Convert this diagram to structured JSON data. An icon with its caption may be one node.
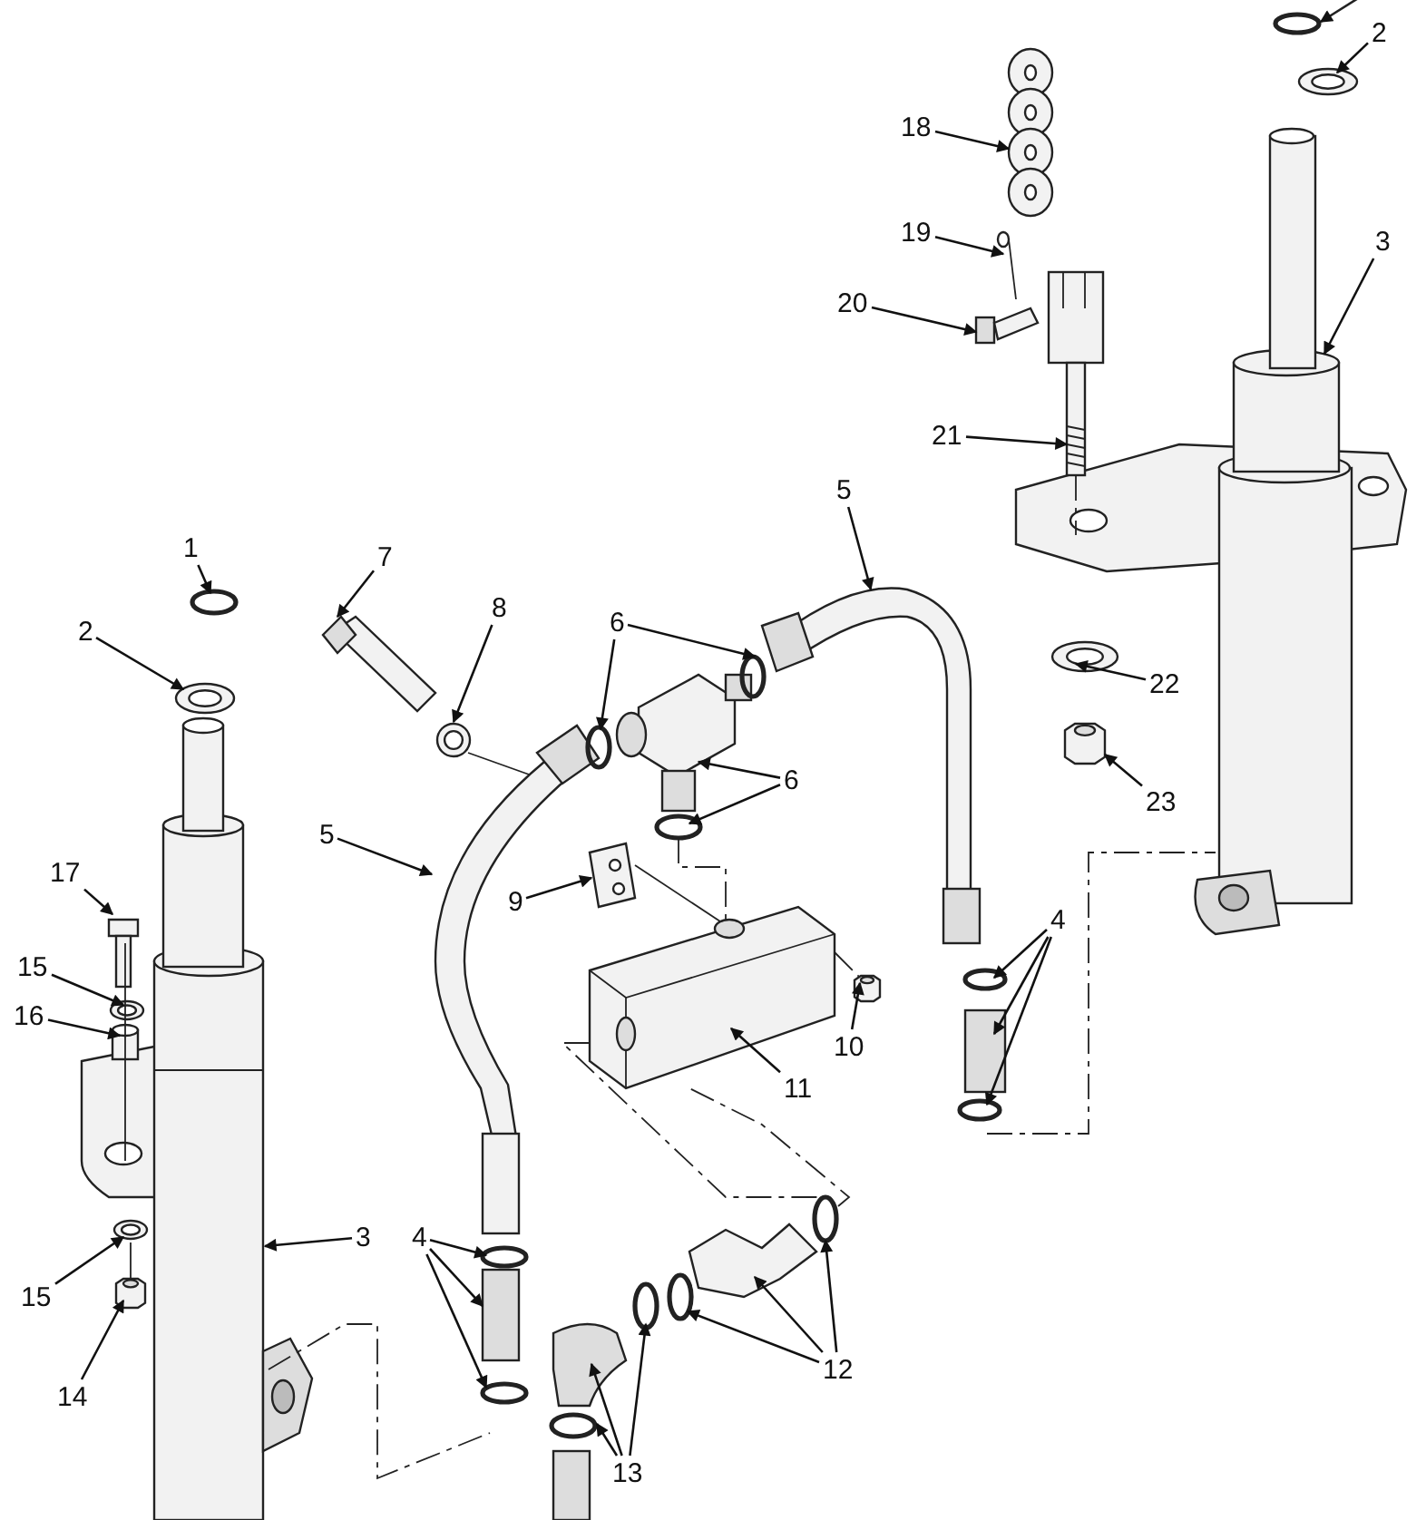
{
  "diagram": {
    "nodes": [
      {
        "text": [
          "2"
        ]
      },
      {
        "text": [
          "18"
        ]
      },
      {
        "text": [
          "19"
        ]
      },
      {
        "text": [
          "3"
        ]
      },
      {
        "text": [
          "20"
        ]
      },
      {
        "text": [
          "21"
        ]
      },
      {
        "text": [
          "5"
        ]
      },
      {
        "text": [
          "1"
        ]
      },
      {
        "text": [
          "7"
        ]
      },
      {
        "text": [
          "8"
        ]
      },
      {
        "text": [
          "6"
        ]
      },
      {
        "text": [
          "2"
        ]
      },
      {
        "text": [
          "22"
        ]
      },
      {
        "text": [
          "6"
        ]
      },
      {
        "text": [
          "23"
        ]
      },
      {
        "text": [
          "5"
        ]
      },
      {
        "text": [
          "17"
        ]
      },
      {
        "text": [
          "9"
        ]
      },
      {
        "text": [
          "4"
        ]
      },
      {
        "text": [
          "15"
        ]
      },
      {
        "text": [
          "16"
        ]
      },
      {
        "text": [
          "10"
        ]
      },
      {
        "text": [
          "11"
        ]
      },
      {
        "text": [
          "3"
        ]
      },
      {
        "text": [
          "4"
        ]
      },
      {
        "text": [
          "15"
        ]
      },
      {
        "text": [
          "12"
        ]
      },
      {
        "text": [
          "14"
        ]
      },
      {
        "text": [
          "13"
        ]
      }
    ],
    "edges": [
      {
        "from": 0,
        "to": null,
        "arrow": "to"
      },
      {
        "from": 1,
        "to": null,
        "arrow": "to"
      },
      {
        "from": 2,
        "to": null,
        "arrow": "to"
      },
      {
        "from": 3,
        "to": null,
        "arrow": "to"
      },
      {
        "from": 4,
        "to": null,
        "arrow": "to"
      },
      {
        "from": 5,
        "to": null,
        "arrow": "to"
      },
      {
        "from": 6,
        "to": null,
        "arrow": "to"
      },
      {
        "from": 7,
        "to": null,
        "arrow": "to"
      },
      {
        "from": 8,
        "to": null,
        "arrow": "to"
      },
      {
        "from": 9,
        "to": null,
        "arrow": "to"
      },
      {
        "from": 10,
        "to": null,
        "arrow": "to"
      },
      {
        "from": 10,
        "to": null,
        "arrow": "to"
      },
      {
        "from": 11,
        "to": null,
        "arrow": "to"
      },
      {
        "from": 12,
        "to": null,
        "arrow": "to"
      },
      {
        "from": 13,
        "to": null,
        "arrow": "to"
      },
      {
        "from": 13,
        "to": null,
        "arrow": "to"
      },
      {
        "from": 14,
        "to": null,
        "arrow": "to"
      },
      {
        "from": 15,
        "to": null,
        "arrow": "to"
      },
      {
        "from": 16,
        "to": null,
        "arrow": "to"
      },
      {
        "from": 17,
        "to": null,
        "arrow": "to"
      },
      {
        "from": 18,
        "to": null,
        "arrow": "to"
      },
      {
        "from": 18,
        "to": null,
        "arrow": "to"
      },
      {
        "from": 18,
        "to": null,
        "arrow": "to"
      },
      {
        "from": 19,
        "to": null,
        "arrow": "to"
      },
      {
        "from": 20,
        "to": null,
        "arrow": "to"
      },
      {
        "from": 21,
        "to": null,
        "arrow": "to"
      },
      {
        "from": 22,
        "to": null,
        "arrow": "to"
      },
      {
        "from": 23,
        "to": null,
        "arrow": "to"
      },
      {
        "from": 24,
        "to": null,
        "arrow": "to"
      },
      {
        "from": 24,
        "to": null,
        "arrow": "to"
      },
      {
        "from": 24,
        "to": null,
        "arrow": "to"
      },
      {
        "from": 25,
        "to": null,
        "arrow": "to"
      },
      {
        "from": 26,
        "to": null,
        "arrow": "to"
      },
      {
        "from": 26,
        "to": null,
        "arrow": "to"
      },
      {
        "from": 26,
        "to": null,
        "arrow": "to"
      },
      {
        "from": 27,
        "to": null,
        "arrow": "to"
      },
      {
        "from": 28,
        "to": null,
        "arrow": "to"
      },
      {
        "from": 28,
        "to": null,
        "arrow": "to"
      },
      {
        "from": 28,
        "to": null,
        "arrow": "to"
      }
    ]
  }
}
